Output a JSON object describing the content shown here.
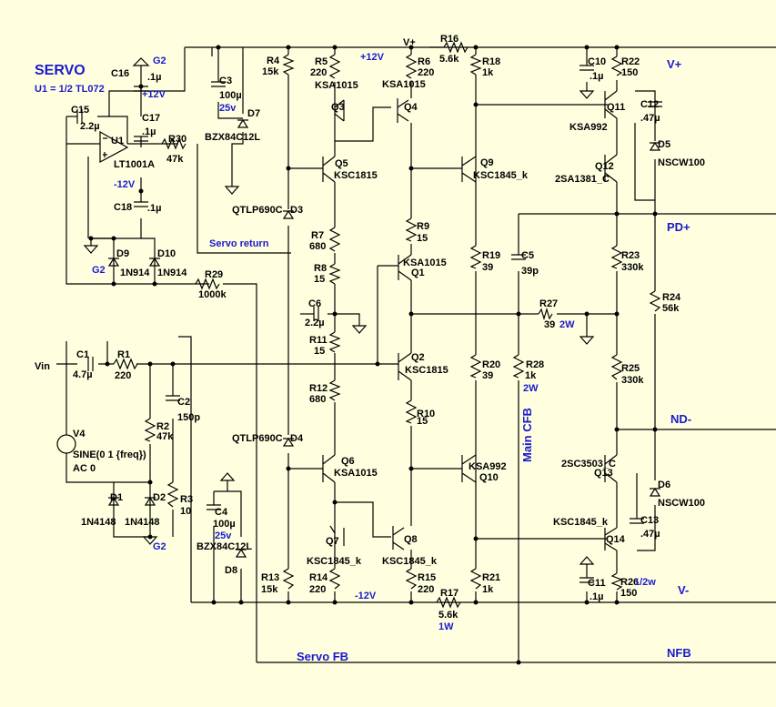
{
  "title": "SERVO",
  "servo_opamp_note": "U1 = 1/2 TL072",
  "rails": {
    "vplus": "V+",
    "vminus": "V-",
    "pdplus": "PD+",
    "ndminus": "ND-",
    "nfb": "NFB"
  },
  "nets": {
    "g2a": "G2",
    "g2b": "G2",
    "g2c": "G2",
    "p12a": "+12V",
    "p12b": "+12V",
    "m12a": "-12V",
    "m12b": "-12V",
    "vplus_top": "V+",
    "vin": "Vin",
    "servo_return": "Servo return",
    "servo_fb": "Servo FB",
    "main_cfb": "Main CFB"
  },
  "components": [
    {
      "ref": "C16",
      "value": ".1µ"
    },
    {
      "ref": "C15",
      "value": "2.2µ"
    },
    {
      "ref": "C17",
      "value": ".1µ"
    },
    {
      "ref": "U1",
      "value": "LT1001A"
    },
    {
      "ref": "R30",
      "value": "47k"
    },
    {
      "ref": "C18",
      "value": ".1µ"
    },
    {
      "ref": "D9",
      "value": "1N914"
    },
    {
      "ref": "D10",
      "value": "1N914"
    },
    {
      "ref": "R29",
      "value": "1000k"
    },
    {
      "ref": "C3",
      "value": "100µ",
      "extra": "25v"
    },
    {
      "ref": "D7",
      "value": "BZX84C12L"
    },
    {
      "ref": "R4",
      "value": "15k"
    },
    {
      "ref": "R5",
      "value": "220"
    },
    {
      "ref": "R6",
      "value": "220"
    },
    {
      "ref": "R16",
      "value": "5.6k"
    },
    {
      "ref": "R18",
      "value": "1k"
    },
    {
      "ref": "C10",
      "value": ".1µ"
    },
    {
      "ref": "R22",
      "value": "150"
    },
    {
      "ref": "Q3",
      "value": "KSA1015"
    },
    {
      "ref": "Q4",
      "value": "KSA1015"
    },
    {
      "ref": "Q11",
      "value": "KSA992"
    },
    {
      "ref": "C12",
      "value": ".47µ"
    },
    {
      "ref": "Q5",
      "value": "KSC1815"
    },
    {
      "ref": "Q9",
      "value": "KSC1845_k"
    },
    {
      "ref": "D5",
      "value": "NSCW100"
    },
    {
      "ref": "Q12",
      "value": "2SA1381_C"
    },
    {
      "ref": "D3",
      "value": "QTLP690C"
    },
    {
      "ref": "R7",
      "value": "680"
    },
    {
      "ref": "R9",
      "value": "15"
    },
    {
      "ref": "R8",
      "value": "15"
    },
    {
      "ref": "Q1",
      "value": "KSA1015"
    },
    {
      "ref": "R19",
      "value": "39"
    },
    {
      "ref": "C5",
      "value": "39p"
    },
    {
      "ref": "R23",
      "value": "330k"
    },
    {
      "ref": "R24",
      "value": "56k"
    },
    {
      "ref": "C6",
      "value": "2.2µ"
    },
    {
      "ref": "R27",
      "value": "39",
      "extra": "2W"
    },
    {
      "ref": "R11",
      "value": "15"
    },
    {
      "ref": "C1",
      "value": "4.7µ"
    },
    {
      "ref": "R1",
      "value": "220"
    },
    {
      "ref": "Q2",
      "value": "KSC1815"
    },
    {
      "ref": "R20",
      "value": "39"
    },
    {
      "ref": "R28",
      "value": "1k",
      "extra": "2W"
    },
    {
      "ref": "R25",
      "value": "330k"
    },
    {
      "ref": "R12",
      "value": "680"
    },
    {
      "ref": "R10",
      "value": "15"
    },
    {
      "ref": "C2",
      "value": "150p"
    },
    {
      "ref": "R2",
      "value": "47k"
    },
    {
      "ref": "V4",
      "value": "SINE(0 1 {freq})",
      "extra": "AC 0"
    },
    {
      "ref": "D4",
      "value": "QTLP690C"
    },
    {
      "ref": "Q6",
      "value": "KSA1015"
    },
    {
      "ref": "Q10",
      "value": "KSA992"
    },
    {
      "ref": "Q13",
      "value": "2SC3503_C"
    },
    {
      "ref": "D6",
      "value": "NSCW100"
    },
    {
      "ref": "D1",
      "value": "1N4148"
    },
    {
      "ref": "D2",
      "value": "1N4148"
    },
    {
      "ref": "R3",
      "value": "10"
    },
    {
      "ref": "C4",
      "value": "100µ",
      "extra": "25v"
    },
    {
      "ref": "D8",
      "value": "BZX84C12L"
    },
    {
      "ref": "Q14",
      "value": "KSC1845_k"
    },
    {
      "ref": "C13",
      "value": ".47µ"
    },
    {
      "ref": "Q7",
      "value": "KSC1845_k"
    },
    {
      "ref": "Q8",
      "value": "KSC1845_k"
    },
    {
      "ref": "R13",
      "value": "15k"
    },
    {
      "ref": "R14",
      "value": "220"
    },
    {
      "ref": "R15",
      "value": "220"
    },
    {
      "ref": "R17",
      "value": "5.6k",
      "extra": "1W"
    },
    {
      "ref": "R21",
      "value": "1k"
    },
    {
      "ref": "C11",
      "value": ".1µ"
    },
    {
      "ref": "R26",
      "value": "150",
      "extra": "1/2w"
    }
  ],
  "colors": {
    "background": "#ffffe0",
    "wire": "#000000",
    "net_label": "#1a1acc"
  }
}
